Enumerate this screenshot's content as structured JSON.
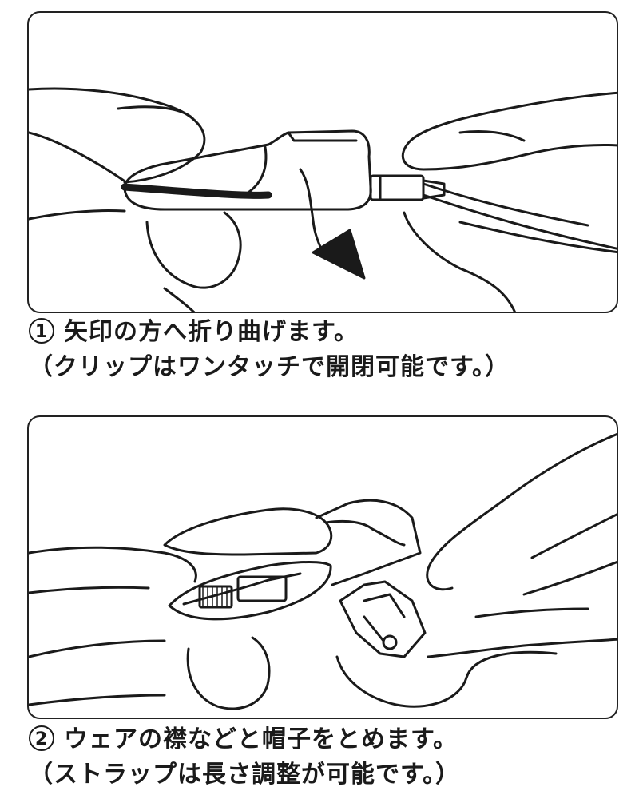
{
  "steps": [
    {
      "number": "1",
      "line1": "矢印の方へ折り曲げます。",
      "line2": "（クリップはワンタッチで開閉可能です。）",
      "illustration": "fold-arrow-hands-icon"
    },
    {
      "number": "2",
      "line1": "ウェアの襟などと帽子をとめます。",
      "line2": "（ストラップは長さ調整が可能です。）",
      "illustration": "clip-attach-hands-icon"
    }
  ],
  "colors": {
    "ink": "#1a1a1a",
    "panel_border": "#222222",
    "background": "#ffffff"
  }
}
